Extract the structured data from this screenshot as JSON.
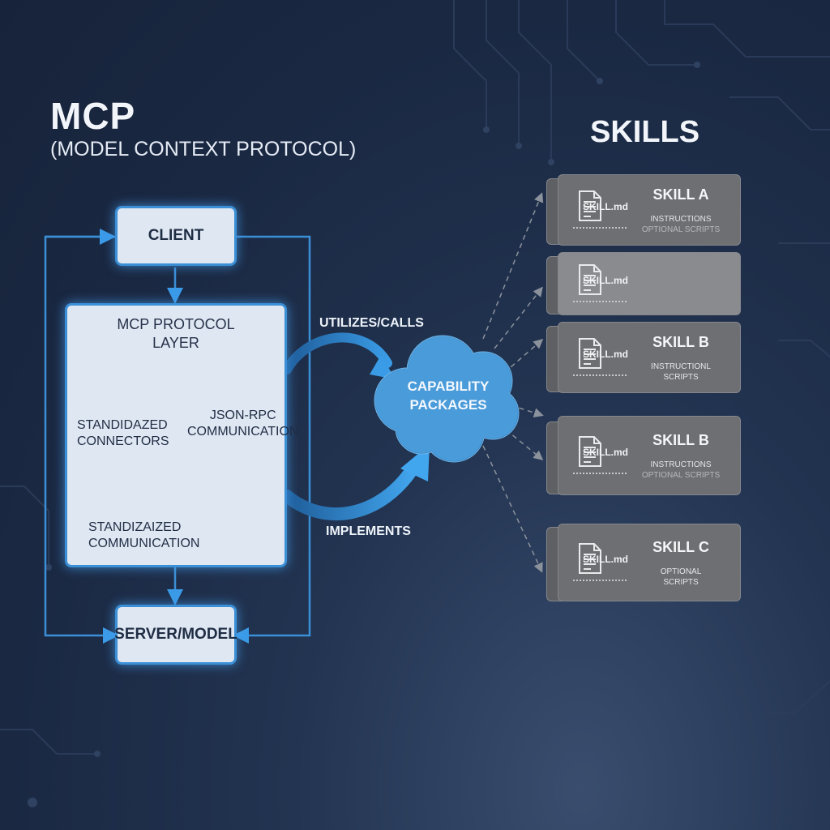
{
  "heading": {
    "title": "MCP",
    "subtitle": "(MODEL CONTEXT PROTOCOL)"
  },
  "skills_heading": "SKILLS",
  "mcp": {
    "client": "CLIENT",
    "server": "SERVER/MODEL",
    "layer_title_1": "MCP PROTOCOL",
    "layer_title_2": "LAYER",
    "connectors_1": "STANDIDAZED",
    "connectors_2": "CONNECTORS",
    "jsonrpc_1": "JSON-RPC",
    "jsonrpc_2": "COMMUNICATION",
    "communication_1": "STANDIZAIZED",
    "communication_2": "COMMUNICATION"
  },
  "links": {
    "utilizes": "UTILIZES/CALLS",
    "implements": "IMPLEMENTS"
  },
  "cloud": {
    "line1": "CAPABILITY",
    "line2": "PACKAGES"
  },
  "skills": [
    {
      "name": "SKILL A",
      "file": "SKILL.md",
      "line1": "INSTRUCTIONS",
      "line2": "OPTIONAL SCRIPTS"
    },
    {
      "name": "",
      "file": "SKILL.md",
      "line1": "",
      "line2": ""
    },
    {
      "name": "SKILL B",
      "file": "SKILL.md",
      "line1": "INSTRUCTIONL",
      "line2": "SCRIPTS"
    },
    {
      "name": "SKILL B",
      "file": "SKILL.md",
      "line1": "INSTRUCTIONS",
      "line2": "OPTIONAL SCRIPTS"
    },
    {
      "name": "SKILL C",
      "file": "SKILL.md",
      "line1": "OPTIONAL",
      "line2": "SCRIPTS"
    }
  ],
  "colors": {
    "accent_blue": "#3b8fd6",
    "cloud_blue": "#3f8fcf",
    "card_gray": "#6e6f73",
    "background": "#1a2842"
  },
  "icons": [
    "document-icon"
  ]
}
